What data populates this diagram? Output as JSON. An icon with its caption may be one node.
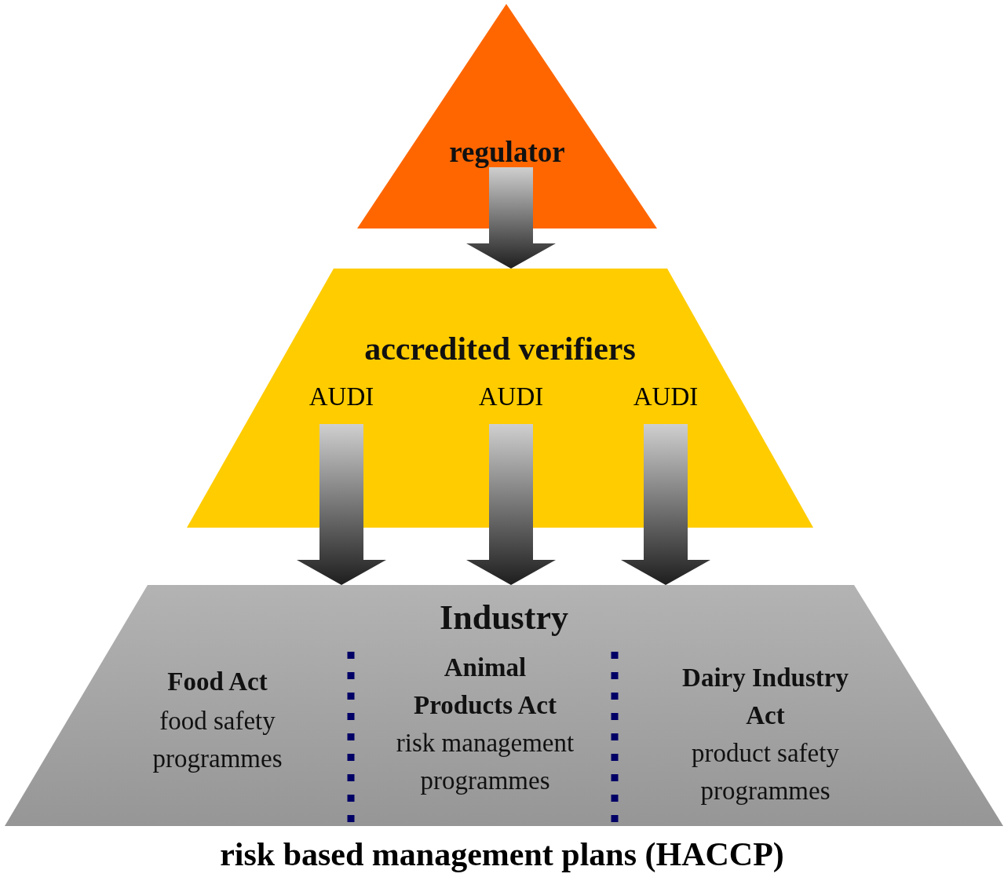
{
  "diagram": {
    "caption": "risk based management plans (HACCP)",
    "nodes": [
      {
        "text": [
          "regulator"
        ]
      },
      {
        "text": [
          "accredited verifiers"
        ]
      },
      {
        "text": [
          "Industry"
        ]
      },
      {
        "text": [
          "Food Act",
          "food safety programmes"
        ],
        "in": 2
      },
      {
        "text": [
          "Animal Products Act",
          "risk management programmes"
        ],
        "in": 2
      },
      {
        "text": [
          "Dairy Industry Act",
          "product safety programmes"
        ],
        "in": 2
      }
    ],
    "edges": [
      {
        "from": 0,
        "to": 1,
        "arrow": "to"
      },
      {
        "from": 1,
        "to": 2,
        "arrow": "to",
        "label": "AUDI"
      },
      {
        "from": 1,
        "to": 2,
        "arrow": "to",
        "label": "AUDI"
      },
      {
        "from": 1,
        "to": 2,
        "arrow": "to",
        "label": "AUDI"
      }
    ]
  }
}
